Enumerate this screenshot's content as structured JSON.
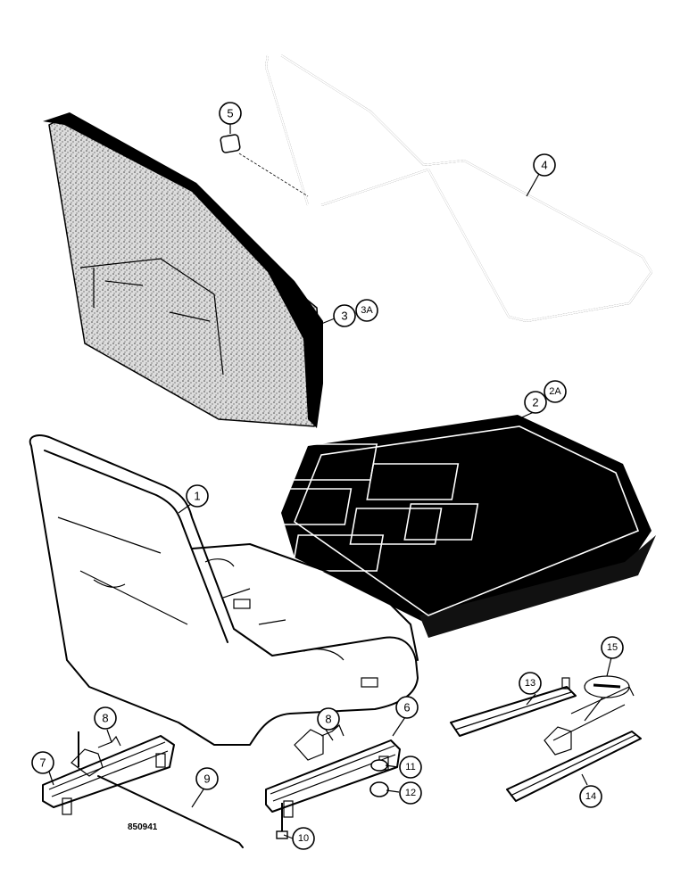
{
  "diagram": {
    "figure_id": "850941",
    "callouts": [
      {
        "id": "c1",
        "label": "1"
      },
      {
        "id": "c2",
        "label": "2"
      },
      {
        "id": "c2a",
        "label": "2A"
      },
      {
        "id": "c3",
        "label": "3"
      },
      {
        "id": "c3a",
        "label": "3A"
      },
      {
        "id": "c4",
        "label": "4"
      },
      {
        "id": "c5",
        "label": "5"
      },
      {
        "id": "c6",
        "label": "6"
      },
      {
        "id": "c7",
        "label": "7"
      },
      {
        "id": "c8a",
        "label": "8"
      },
      {
        "id": "c8b",
        "label": "8"
      },
      {
        "id": "c9",
        "label": "9"
      },
      {
        "id": "c10",
        "label": "10"
      },
      {
        "id": "c11",
        "label": "11"
      },
      {
        "id": "c12",
        "label": "12"
      },
      {
        "id": "c13",
        "label": "13"
      },
      {
        "id": "c14",
        "label": "14"
      },
      {
        "id": "c15",
        "label": "15"
      }
    ]
  }
}
